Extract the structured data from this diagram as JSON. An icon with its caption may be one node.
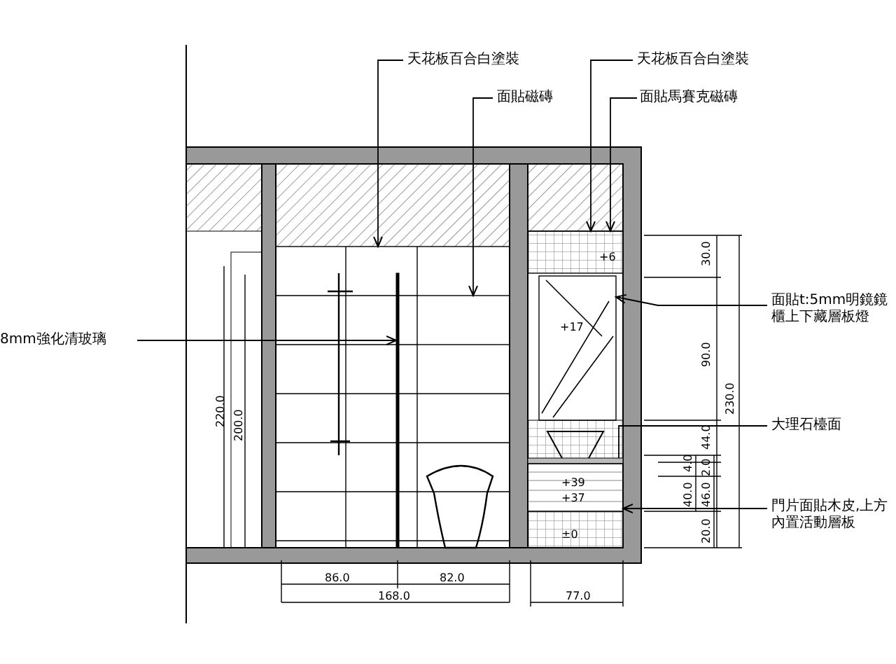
{
  "diagram": {
    "nodes": [
      {
        "text": [
          "天花板百合白塗裝"
        ]
      },
      {
        "text": [
          "面貼磁磚"
        ]
      },
      {
        "text": [
          "天花板百合白塗裝"
        ]
      },
      {
        "text": [
          "面貼馬賽克磁磚"
        ]
      },
      {
        "text": [
          "8mm強化清玻璃"
        ]
      },
      {
        "text": [
          "面貼t:5mm明鏡鏡櫃上下藏層板燈"
        ]
      },
      {
        "text": [
          "大理石檯面"
        ]
      },
      {
        "text": [
          "門片面貼木皮,上方內置活動層板"
        ]
      },
      {
        "text": [],
        "shape": "box"
      },
      {
        "text": [],
        "shape": "box"
      },
      {
        "text": [],
        "shape": "box"
      },
      {
        "text": [],
        "shape": "box"
      },
      {
        "text": [],
        "shape": "bar"
      },
      {
        "text": [],
        "shape": "box"
      },
      {
        "text": [],
        "shape": "bar"
      },
      {
        "text": [],
        "shape": "box"
      }
    ],
    "edges": [
      {
        "from": 0,
        "to": 8,
        "arrow": "to"
      },
      {
        "from": 1,
        "to": 9,
        "arrow": "to"
      },
      {
        "from": 2,
        "to": 10,
        "arrow": "to"
      },
      {
        "from": 3,
        "to": 11,
        "arrow": "to"
      },
      {
        "from": 4,
        "to": 12,
        "arrow": "to"
      },
      {
        "from": 5,
        "to": 13,
        "arrow": "to"
      },
      {
        "from": 6,
        "to": 14,
        "arrow": "none"
      },
      {
        "from": 7,
        "to": 15,
        "arrow": "to"
      }
    ],
    "labels": [
      "+6",
      "30.0",
      "+17",
      "90.0",
      "230.0",
      "220.0",
      "200.0",
      "44.0",
      "4.0",
      "2.0",
      "+39",
      "+37",
      "40.0",
      "46.0",
      "20.0",
      "±0",
      "86.0",
      "82.0",
      "168.0",
      "77.0"
    ]
  }
}
